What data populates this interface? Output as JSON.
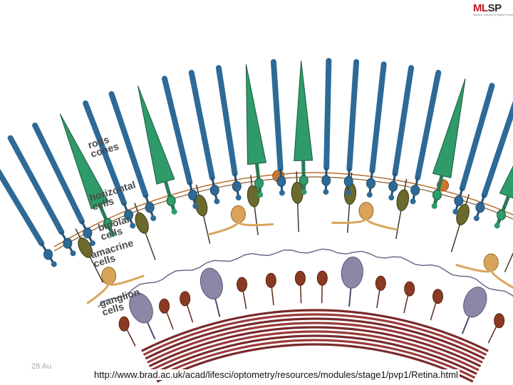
{
  "logo": {
    "main_red": "ML",
    "main_dark": "SP",
    "subtitle": "Machine Learning for Signal Processing"
  },
  "labels": {
    "rods_cones": "rods\ncones",
    "horizontal": "horizontal\ncells",
    "bipolar": "bipolar\ncells",
    "amacrine": "amacrine\ncells",
    "ganglion": "ganglion\ncells"
  },
  "footer": {
    "date": "28 Au",
    "source": "http://www.brad.ac.uk/acad/lifesci/optometry/resources/modules/stage1/pvp1/Retina.html"
  },
  "colors": {
    "rod": "#2f6a96",
    "cone": "#2f9a6a",
    "horizontal": "#6b6a2c",
    "bipolar": "#d9a45a",
    "amacrine": "#d9a45a",
    "ganglion": "#8a88a6",
    "small_ganglion": "#8b3a22",
    "nerve_fiber": "#7a2a2a"
  }
}
